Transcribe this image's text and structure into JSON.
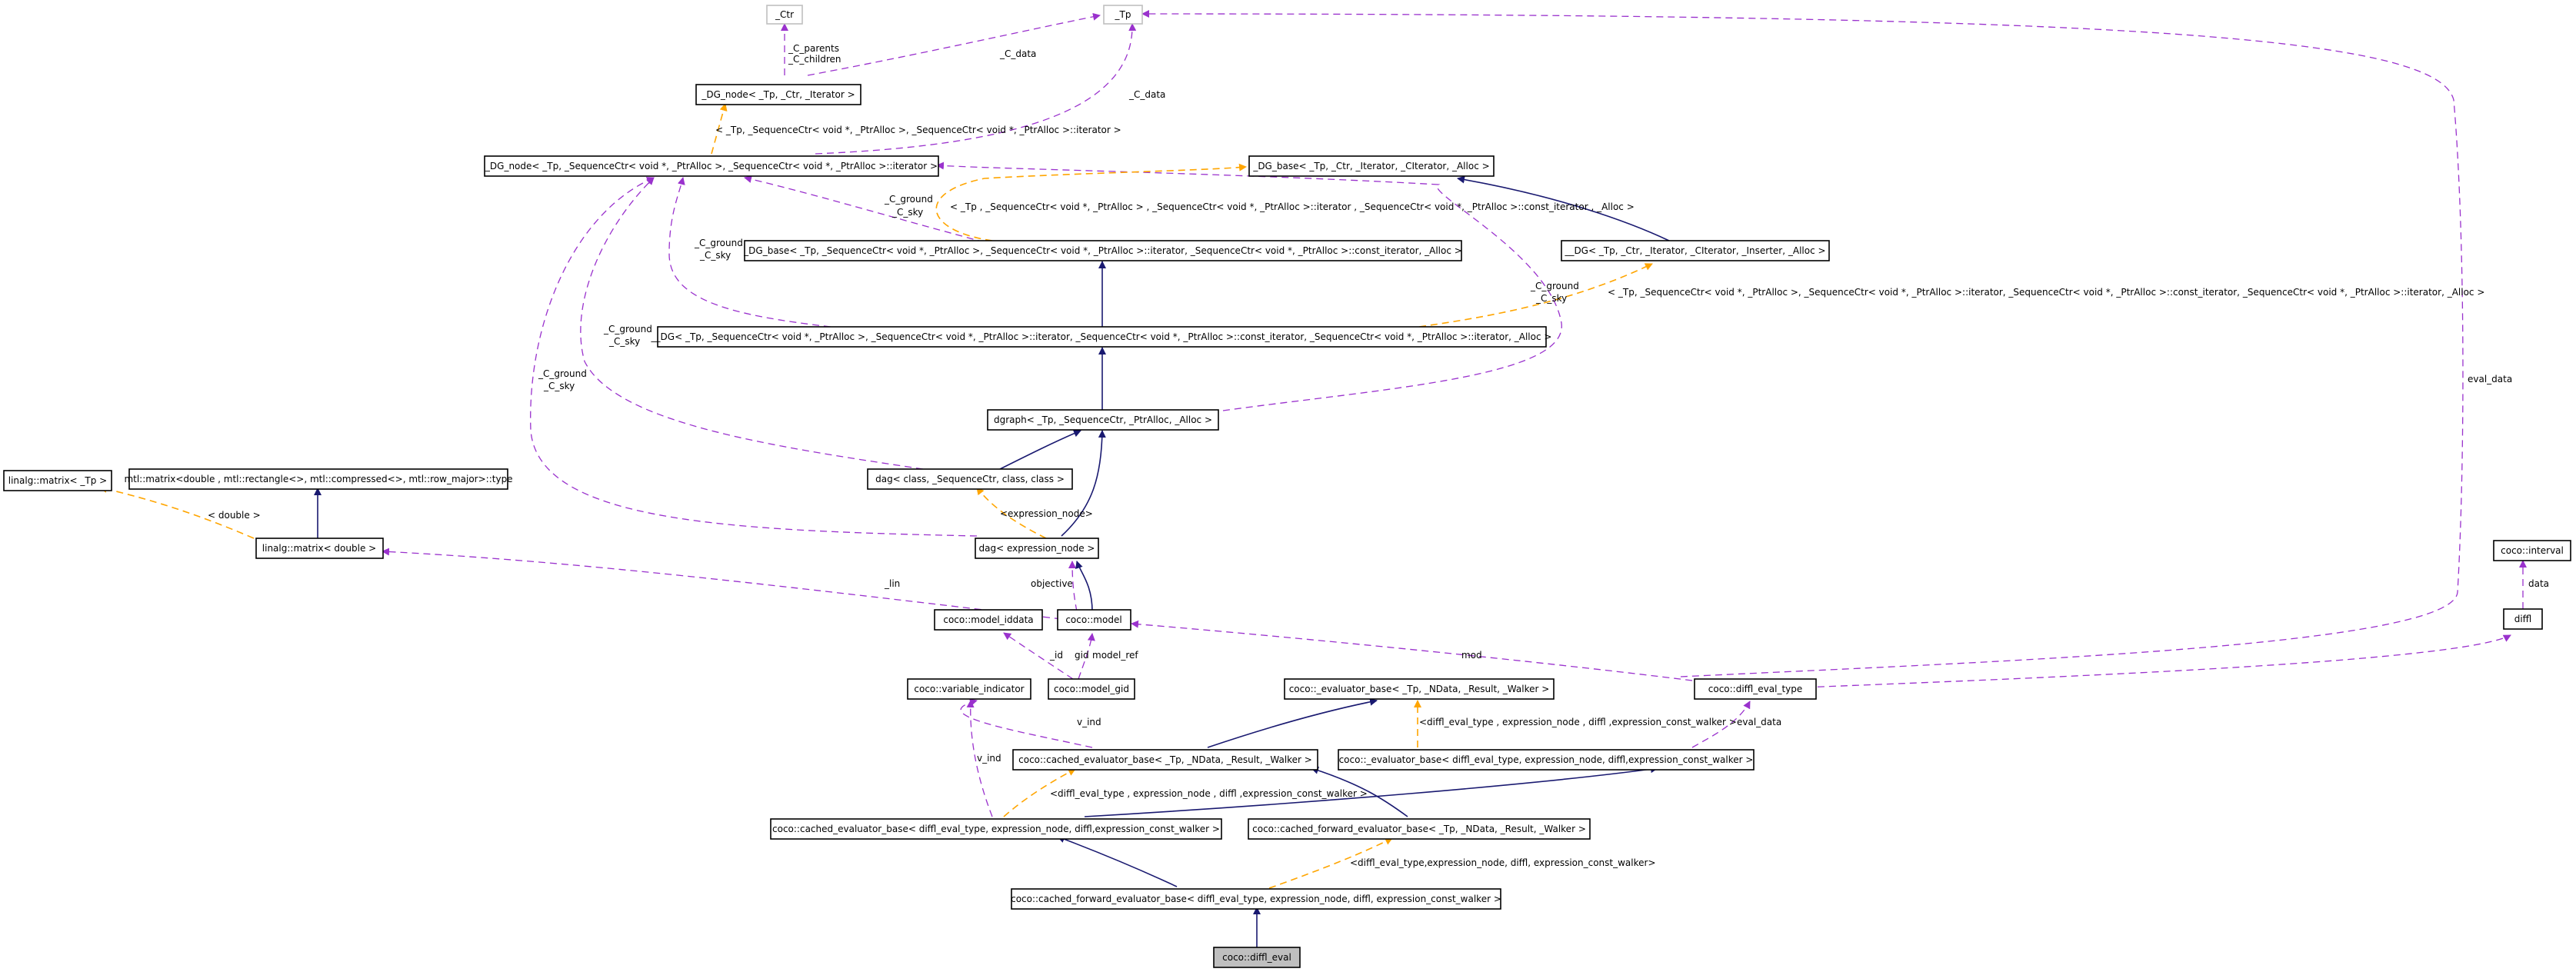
{
  "colors": {
    "inheritance": "#191970",
    "usage": "#9a32cd",
    "template": "#ffa500",
    "focus_fill": "#bfbfbf",
    "undocumented_border": "#bfbfbf"
  },
  "nodes": {
    "ctr": "_Ctr",
    "tp": "_Tp",
    "dg_node_ctr": "_DG_node< _Tp, _Ctr, _Iterator >",
    "dg_node_seq": "_DG_node< _Tp, _SequenceCtr< void *, _PtrAlloc >, _SequenceCtr< void *, _PtrAlloc >::iterator >",
    "dg_base_ctr": "_DG_base< _Tp, _Ctr, _Iterator, _CIterator, _Alloc >",
    "dg_base_seq": "_DG_base< _Tp, _SequenceCtr< void *, _PtrAlloc >, _SequenceCtr< void *, _PtrAlloc >::iterator, _SequenceCtr< void *, _PtrAlloc >::const_iterator, _Alloc >",
    "dg_ctr": "__DG< _Tp, _Ctr, _Iterator, _CIterator, _Inserter, _Alloc >",
    "dg_seq": "__DG< _Tp, _SequenceCtr< void *, _PtrAlloc >, _SequenceCtr< void *, _PtrAlloc >::iterator, _SequenceCtr< void *, _PtrAlloc >::const_iterator, _SequenceCtr< void *, _PtrAlloc >::iterator, _Alloc >",
    "dgraph": "dgraph< _Tp, _SequenceCtr, _PtrAlloc, _Alloc >",
    "dag_class": "dag< class, _SequenceCtr, class, class >",
    "dag_expr": "dag< expression_node >",
    "linalg_tp": "linalg::matrix< _Tp >",
    "mtl_matrix": "mtl::matrix<double , mtl::rectangle<>, mtl::compressed<>, mtl::row_major>::type",
    "linalg_double": "linalg::matrix< double >",
    "model_iddata": "coco::model_iddata",
    "model": "coco::model",
    "model_gid": "coco::model_gid",
    "variable_indicator": "coco::variable_indicator",
    "eval_base_tp": "coco::_evaluator_base< _Tp, _NData, _Result, _Walker >",
    "diffl_eval_type": "coco::diffl_eval_type",
    "interval": "coco::interval",
    "diffl": "diffl",
    "cached_eval_base_tp": "coco::cached_evaluator_base< _Tp, _NData, _Result, _Walker >",
    "eval_base_diffl": "coco::_evaluator_base< diffl_eval_type, expression_node, diffl,expression_const_walker >",
    "cached_eval_base_diffl": "coco::cached_evaluator_base< diffl_eval_type, expression_node, diffl,expression_const_walker >",
    "cached_fwd_base_tp": "coco::cached_forward_evaluator_base< _Tp, _NData, _Result, _Walker >",
    "cached_fwd_base_diffl": "coco::cached_forward_evaluator_base< diffl_eval_type, expression_node, diffl, expression_const_walker >",
    "diffl_eval": "coco::diffl_eval"
  },
  "edge_labels": {
    "parents_children_1": "_C_parents",
    "parents_children_2": "_C_children",
    "c_data_1": "_C_data",
    "c_data_2": "_C_data",
    "tmpl_dg_node": "< _Tp, _SequenceCtr< void *, _PtrAlloc >, _SequenceCtr< void *, _PtrAlloc >::iterator >",
    "ground_sky_1a": "_C_ground",
    "ground_sky_1b": "_C_sky",
    "tmpl_dg_base": "< _Tp , _SequenceCtr< void *, _PtrAlloc > , _SequenceCtr< void *, _PtrAlloc >::iterator , _SequenceCtr< void *, _PtrAlloc >::const_iterator , _Alloc >",
    "ground_sky_2a": "_C_ground",
    "ground_sky_2b": "_C_sky",
    "ground_sky_3a": "_C_ground",
    "ground_sky_3b": "_C_sky",
    "tmpl_dg": "< _Tp, _SequenceCtr< void *, _PtrAlloc >, _SequenceCtr< void *, _PtrAlloc >::iterator, _SequenceCtr< void *, _PtrAlloc >::const_iterator, _SequenceCtr< void *, _PtrAlloc >::iterator, _Alloc >",
    "ground_sky_4a": "_C_ground",
    "ground_sky_4b": "_C_sky",
    "ground_sky_5a": "_C_ground",
    "ground_sky_5b": "_C_sky",
    "eval_data_1": "eval_data",
    "tmpl_double": "< double >",
    "tmpl_expression_node": "<expression_node>",
    "lin": "_lin",
    "objective": "objective",
    "id": "_id",
    "gid": "gid",
    "model_ref": "model_ref",
    "mod": "mod",
    "data": "data",
    "v_ind_1": "v_ind",
    "v_ind_2": "v_ind",
    "tmpl_eval_base": "<diffl_eval_type , expression_node , diffl ,expression_const_walker >",
    "eval_data_2": "eval_data",
    "tmpl_cached_eval": "<diffl_eval_type , expression_node , diffl ,expression_const_walker >",
    "tmpl_cached_fwd": "<diffl_eval_type,expression_node, diffl, expression_const_walker>"
  }
}
